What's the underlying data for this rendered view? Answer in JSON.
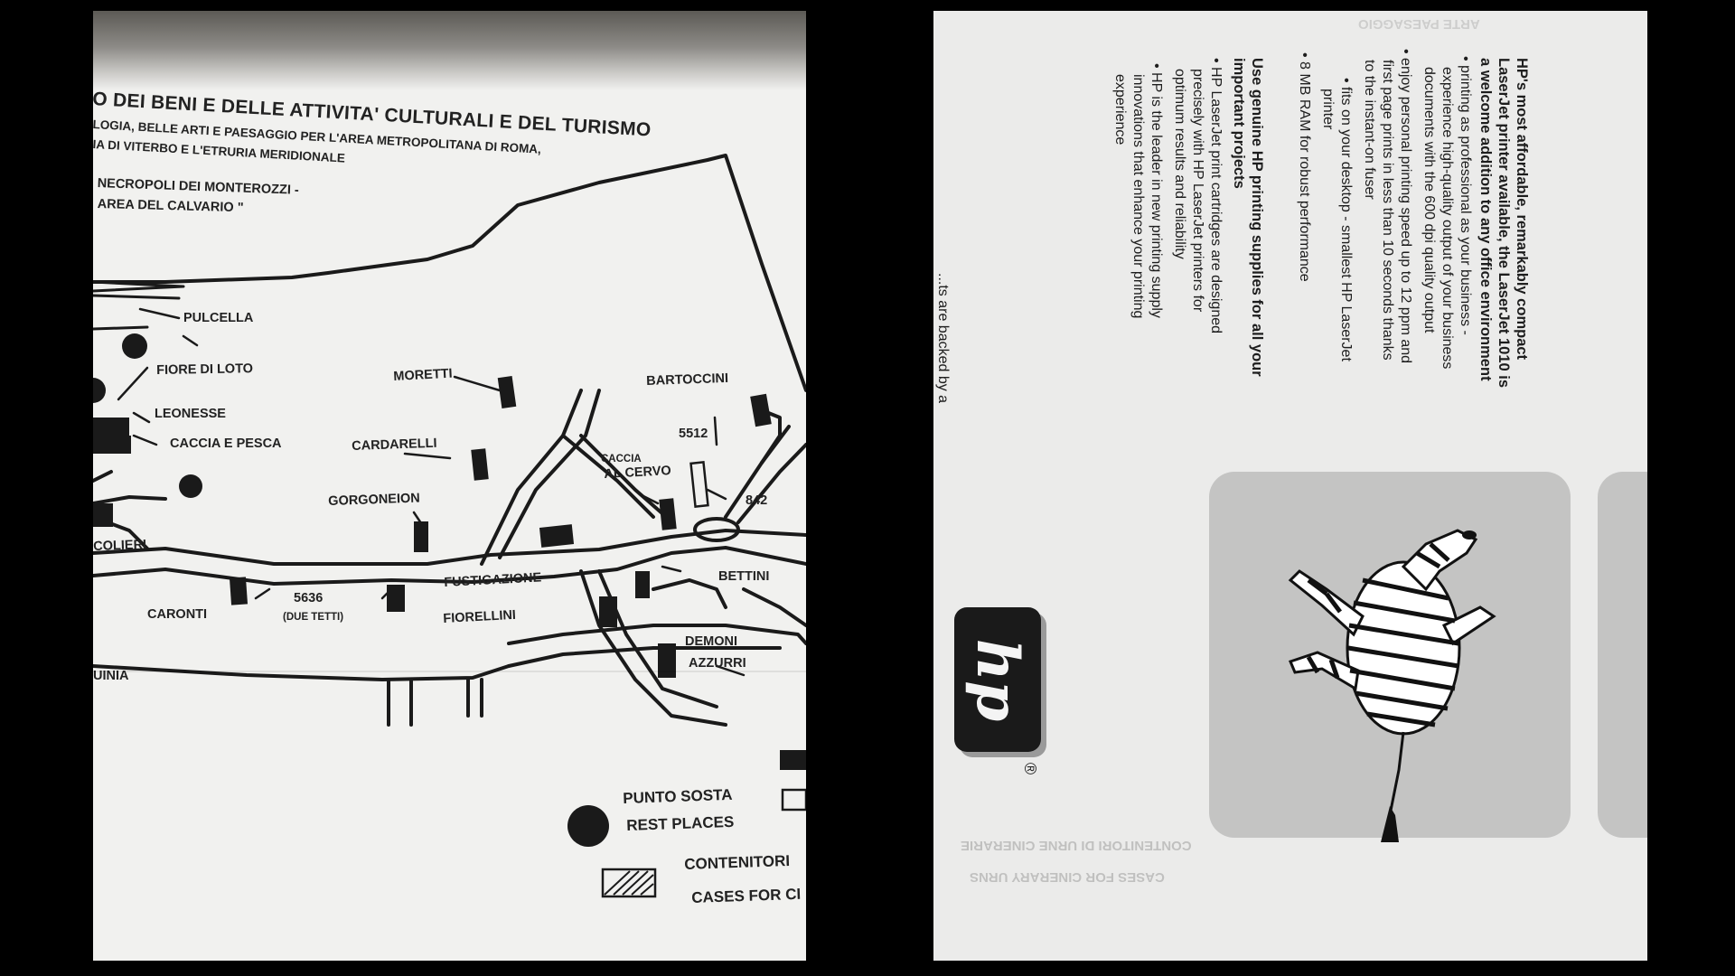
{
  "left_panel": {
    "header_line1": "O DEI BENI E DELLE ATTIVITA' CULTURALI E DEL TURISMO",
    "header_line2": "LOGIA, BELLE ARTI E PAESAGGIO PER L'AREA METROPOLITANA DI ROMA,",
    "header_line3": "IA DI VITERBO E L'ETRURIA MERIDIONALE",
    "title_line1": "NECROPOLI DEI MONTEROZZI -",
    "title_line2": "AREA DEL CALVARIO \"",
    "tombs": {
      "pulcella": "PULCELLA",
      "fiore_di_loto": "FIORE DI LOTO",
      "leonesse": "LEONESSE",
      "caccia_e_pesca": "CACCIA E PESCA",
      "moretti": "MORETTI",
      "bartoccini": "BARTOCCINI",
      "cardarelli": "CARDARELLI",
      "n5512": "5512",
      "caccia_al_cervo_1": "CACCIA",
      "caccia_al_cervo_2": "AL CERVO",
      "n842": "842",
      "gorgoneion": "GORGONEION",
      "colieri": "COLIERI",
      "caronti": "CARONTI",
      "n5636": "5636",
      "due_tetti": "(DUE TETTI)",
      "fustigazione": "FUSTIGAZIONE",
      "fiorellini": "FIORELLINI",
      "bettini": "BETTINI",
      "demoni_1": "DEMONI",
      "demoni_2": "AZZURRI",
      "uinia": "UINIA"
    },
    "legend": {
      "punto_sosta": "PUNTO SOSTA",
      "rest_places": "REST PLACES",
      "contenitori": "CONTENITORI",
      "cases_for": "CASES FOR CI"
    }
  },
  "right_panel": {
    "headline_line1": "HP's most affordable, remarkably compact",
    "headline_line2": "LaserJet printer available, the LaserJet 1010 is",
    "headline_line3": "a welcome addition to any office environment",
    "bullet1_line1": "• printing as professional as your business -",
    "bullet1_line2": "experience high-quality output of your business",
    "bullet1_line3": "documents with the 600 dpi quality output",
    "bullet2_line1": "• enjoy personal printing speed up to 12 ppm and",
    "bullet2_line2": "first page prints in less than 10 seconds thanks",
    "bullet2_line3": "to the instant-on fuser",
    "bullet3_line1": "• fits on your desktop - smallest HP LaserJet",
    "bullet3_line2": "printer",
    "bullet4_line1": "• 8 MB RAM for robust performance",
    "supplies_line1": "Use genuine HP printing supplies for all your",
    "supplies_line2": "important projects",
    "bullet5_line1": "• HP LaserJet print cartridges are designed",
    "bullet5_line2": "precisely with HP LaserJet printers for",
    "bullet5_line3": "optimum results and reliability",
    "bullet6_line1": "• HP is the leader in new printing supply",
    "bullet6_line2": "innovations that enhance your printing",
    "bullet6_line3": "experience",
    "bottom_fragment": "...ts are backed by a",
    "logo_text": "hp",
    "registered": "®",
    "ghost_contentitori": "CONTENITORI DI URNE CINERARIE",
    "ghost_cases": "CASES FOR CINERARY URNS"
  }
}
